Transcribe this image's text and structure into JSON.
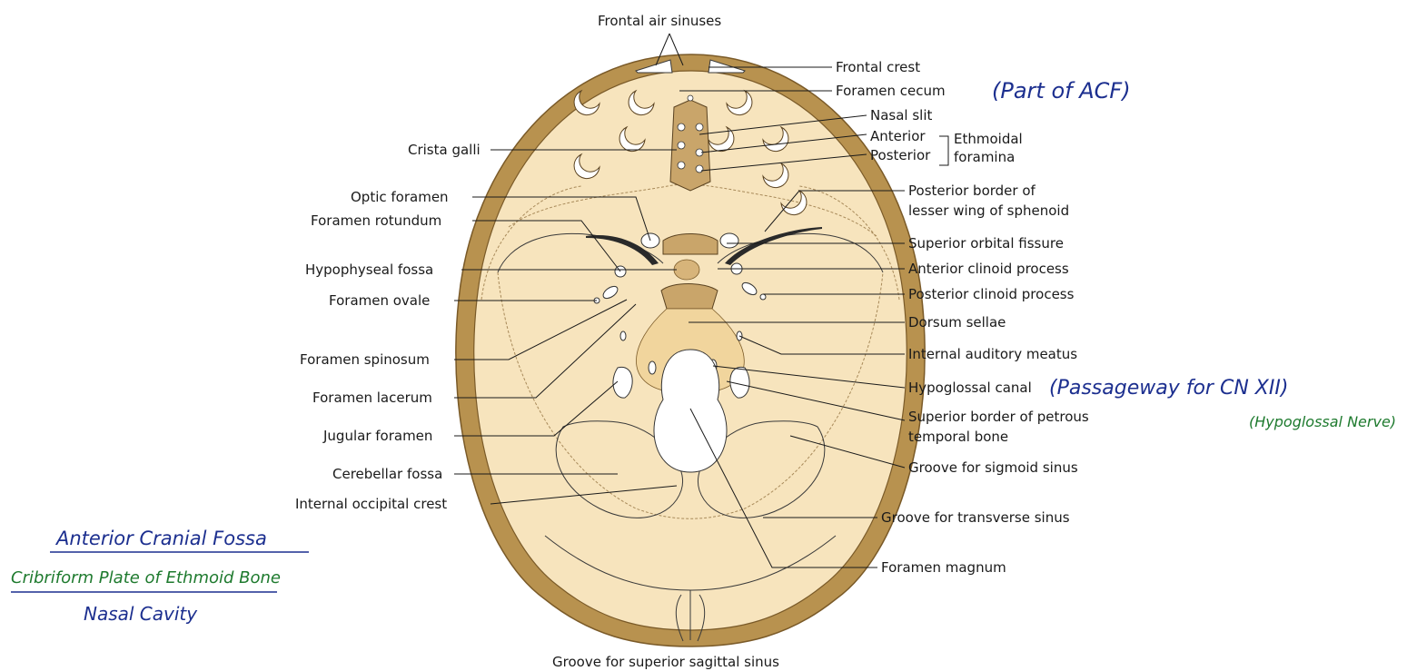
{
  "labels": {
    "frontal_air_sinuses": "Frontal air sinuses",
    "frontal_crest": "Frontal crest",
    "foramen_cecum": "Foramen cecum",
    "nasal_slit": "Nasal slit",
    "anterior": "Anterior",
    "posterior": "Posterior",
    "ethmoidal_1": "Ethmoidal",
    "ethmoidal_2": "foramina",
    "crista_galli": "Crista galli",
    "optic_foramen": "Optic foramen",
    "foramen_rotundum": "Foramen rotundum",
    "post_border_lesser_1": "Posterior border of",
    "post_border_lesser_2": "lesser wing of sphenoid",
    "superior_orbital_fissure": "Superior orbital fissure",
    "hypophyseal_fossa": "Hypophyseal fossa",
    "anterior_clinoid": "Anterior clinoid process",
    "foramen_ovale": "Foramen ovale",
    "posterior_clinoid": "Posterior clinoid process",
    "dorsum_sellae": "Dorsum sellae",
    "foramen_spinosum": "Foramen spinosum",
    "internal_auditory_meatus": "Internal auditory meatus",
    "foramen_lacerum": "Foramen lacerum",
    "hypoglossal_canal": "Hypoglossal canal",
    "jugular_foramen": "Jugular foramen",
    "sup_border_petrous_1": "Superior border of petrous",
    "sup_border_petrous_2": "temporal bone",
    "cerebellar_fossa": "Cerebellar fossa",
    "groove_sigmoid": "Groove for sigmoid sinus",
    "internal_occipital_crest": "Internal occipital crest",
    "groove_transverse": "Groove for transverse sinus",
    "foramen_magnum": "Foramen magnum",
    "groove_sup_sagittal": "Groove for superior sagittal sinus"
  },
  "annotations": {
    "part_of_acf": "(Part of ACF)",
    "passageway": "(Passageway for CN XII)",
    "hypoglossal_nerve": "(Hypoglossal Nerve)",
    "anterior_cranial_fossa": "Anterior Cranial Fossa",
    "cribriform_plate": "Cribriform Plate of Ethmoid Bone",
    "nasal_cavity": "Nasal Cavity"
  },
  "colors": {
    "bone_outer": "#b8924f",
    "bone_inner_fill": "#f7e4bd",
    "bone_dark": "#8a6a33",
    "handwriting_blue": "#1c2f8f",
    "handwriting_green": "#1e7a2e"
  }
}
